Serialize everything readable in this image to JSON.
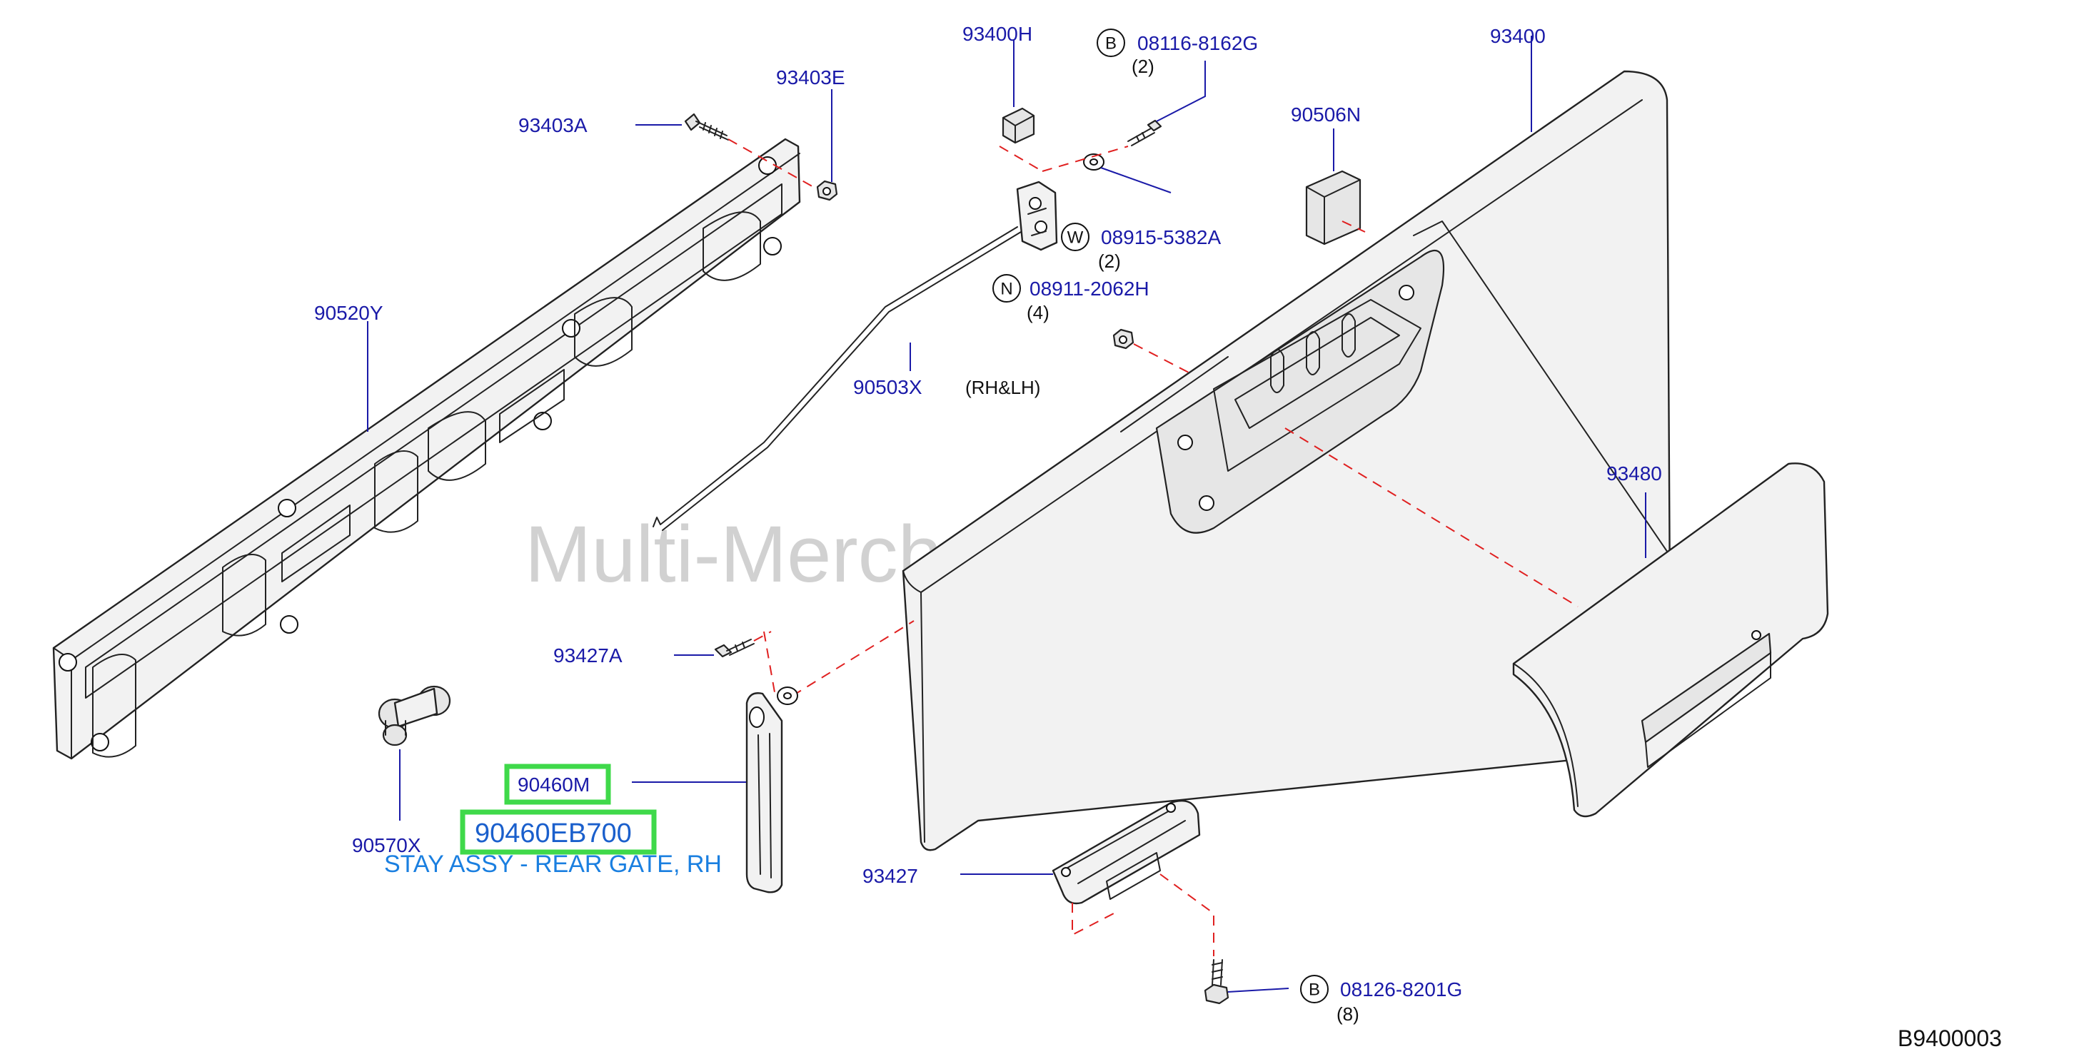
{
  "diagram": {
    "watermark": "Multi-Merchant Auto Partstore",
    "diagram_code": "B9400003",
    "callouts": {
      "p93403A": "93403A",
      "p93403E": "93403E",
      "p90520Y": "90520Y",
      "p93400H": "93400H",
      "p08116": "08116-8162G",
      "p08116_qty": "(2)",
      "p08116_prefix": "B",
      "p93400": "93400",
      "p90506N": "90506N",
      "p08915": "08915-5382A",
      "p08915_qty": "(2)",
      "p08915_prefix": "W",
      "p08911": "08911-2062H",
      "p08911_qty": "(4)",
      "p08911_prefix": "N",
      "p90503X": "90503X",
      "p90503X_note": "(RH&LH)",
      "p93480": "93480",
      "p93427A": "93427A",
      "p90460M": "90460M",
      "p90570X": "90570X",
      "p93427": "93427",
      "p08126": "08126-8201G",
      "p08126_qty": "(8)",
      "p08126_prefix": "B"
    },
    "highlight": {
      "part_number": "90460EB700",
      "description": "STAY ASSY - REAR GATE, RH",
      "box_color": "#3fd94a"
    },
    "colors": {
      "callout_text": "#1a1aa8",
      "highlight_text": "#1a5fcc",
      "dashed_guides": "#e02020"
    }
  }
}
